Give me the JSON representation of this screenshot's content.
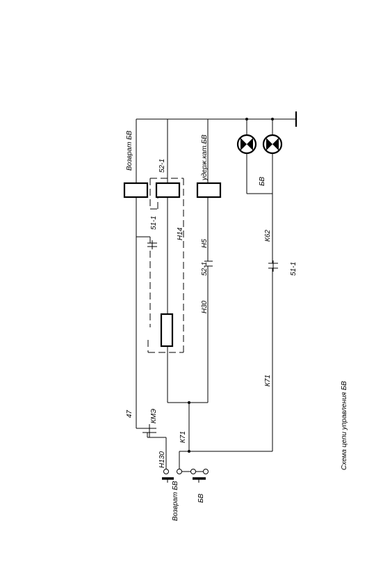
{
  "caption": "Схема цепи управления БВ",
  "labels": {
    "vozvrat_bv_top": "Возврат БВ",
    "coil_52_1": "52-1",
    "uderzh_kat_bv": "удерж.кат.БВ",
    "bv_lamps": "БВ",
    "contact_51_1_left": "51-1",
    "wire_n14": "Н14",
    "wire_n5": "Н5",
    "contact_52_1": "52-1",
    "wire_k62": "К62",
    "contact_51_1_right": "51-1",
    "wire_n30": "Н30",
    "wire_k71_right": "К71",
    "contact_47": "47",
    "contact_kmz": "КМЭ",
    "wire_k71_bottom": "К71",
    "wire_n130": "Н130",
    "button_vozvrat_bv": "Возврат БВ",
    "button_bv": "БВ"
  }
}
